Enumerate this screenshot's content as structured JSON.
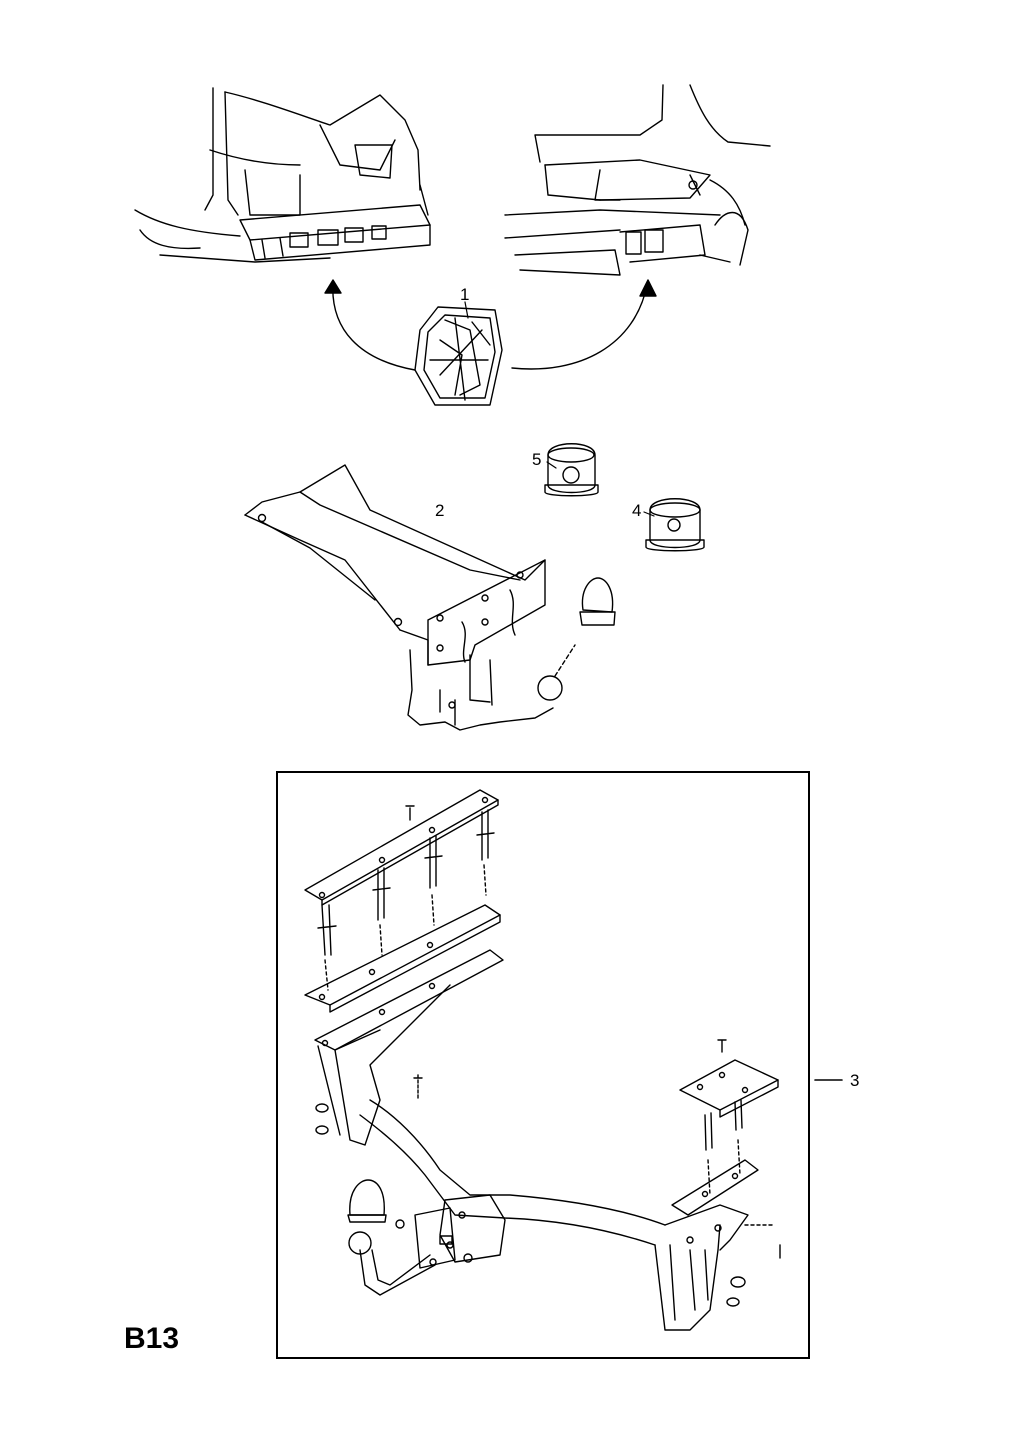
{
  "page_code": "B13",
  "callouts": {
    "c1": "1",
    "c2": "2",
    "c3": "3",
    "c4": "4",
    "c5": "5"
  },
  "colors": {
    "line": "#000000",
    "background": "#ffffff"
  }
}
